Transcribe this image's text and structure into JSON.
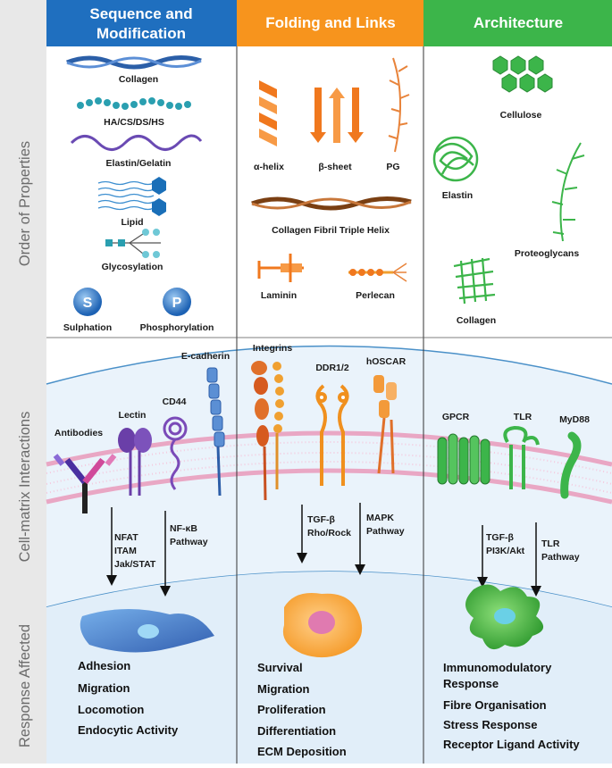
{
  "headers": {
    "col1_line1": "Sequence and",
    "col1_line2": "Modification",
    "col2": "Folding and Links",
    "col3": "Architecture"
  },
  "side_labels": {
    "order": "Order of Properties",
    "cellmatrix": "Cell-matrix Interactions",
    "response": "Response Affected"
  },
  "col1": {
    "collagen": "Collagen",
    "ha": "HA/CS/DS/HS",
    "elastin": "Elastin/Gelatin",
    "lipid": "Lipid",
    "glyco": "Glycosylation",
    "s_letter": "S",
    "p_letter": "P",
    "sulphation": "Sulphation",
    "phosphorylation": "Phosphorylation"
  },
  "col2": {
    "alpha": "α-helix",
    "beta": "β-sheet",
    "pg": "PG",
    "triple": "Collagen Fibril Triple Helix",
    "laminin": "Laminin",
    "perlecan": "Perlecan"
  },
  "col3": {
    "cellulose": "Cellulose",
    "elastin": "Elastin",
    "proteoglycans": "Proteoglycans",
    "collagen": "Collagen"
  },
  "receptors": {
    "antibodies": "Antibodies",
    "lectin": "Lectin",
    "cd44": "CD44",
    "ecadherin": "E-cadherin",
    "integrins": "Integrins",
    "ddr": "DDR1/2",
    "hoscar": "hOSCAR",
    "gpcr": "GPCR",
    "tlr": "TLR",
    "myd88": "MyD88"
  },
  "pathways": {
    "nfat": [
      "NFAT",
      "ITAM",
      "Jak/STAT"
    ],
    "nfkb": [
      "NF-κB",
      "Pathway"
    ],
    "tgf_rho": [
      "TGF-β",
      "Rho/Rock"
    ],
    "mapk": [
      "MAPK",
      "Pathway"
    ],
    "tgf_pi3k": [
      "TGF-β",
      "PI3K/Akt"
    ],
    "tlr_path": [
      "TLR",
      "Pathway"
    ]
  },
  "responses": {
    "col1": [
      "Adhesion",
      "Migration",
      "Locomotion",
      "Endocytic Activity"
    ],
    "col2": [
      "Survival",
      "Migration",
      "Proliferation",
      "Differentiation",
      "ECM Deposition"
    ],
    "col3": [
      "Immunomodulatory",
      "Response",
      "Fibre Organisation",
      "Stress Response",
      "Receptor Ligand Activity"
    ]
  },
  "colors": {
    "header1": "#1f6fbf",
    "header2": "#f7941d",
    "header3": "#3cb54a",
    "membrane": "#e9a7c4",
    "cell_band": "#e6f1fa"
  }
}
